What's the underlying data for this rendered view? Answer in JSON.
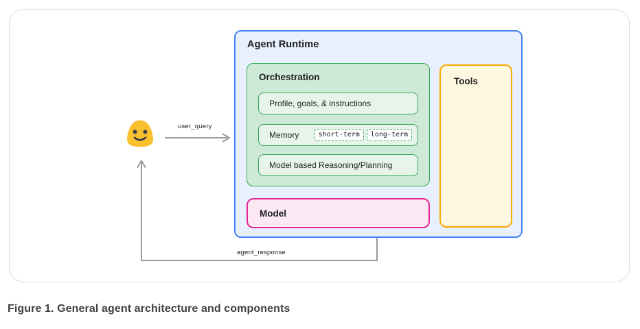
{
  "figure_caption": "Figure 1. General agent architecture and components",
  "diagram": {
    "user": {
      "icon": "blob-smiley-emoji"
    },
    "flows": {
      "user_query": "user_query",
      "agent_response": "agent_response"
    },
    "agent_runtime": {
      "title": "Agent Runtime",
      "orchestration": {
        "title": "Orchestration",
        "items": [
          {
            "label": "Profile, goals, & instructions"
          },
          {
            "label": "Memory",
            "chips": [
              "short-term",
              "long-term"
            ]
          },
          {
            "label": "Model based Reasoning/Planning"
          }
        ]
      },
      "model": {
        "label": "Model"
      },
      "tools": {
        "label": "Tools"
      }
    },
    "colors": {
      "runtime_border": "#4285F4",
      "runtime_fill": "#E8F0FE",
      "orchestration_border": "#34A853",
      "orchestration_fill": "#CEEAD6",
      "orchestration_item_fill": "#E6F4EA",
      "model_border": "#E52592",
      "model_fill": "#FCE8F3",
      "tools_border": "#F9AB00",
      "tools_fill": "#FEF7E0",
      "arrow_gray": "#96999E",
      "emoji_yellow": "#FBC02D",
      "card_border": "#DADCE0"
    }
  }
}
